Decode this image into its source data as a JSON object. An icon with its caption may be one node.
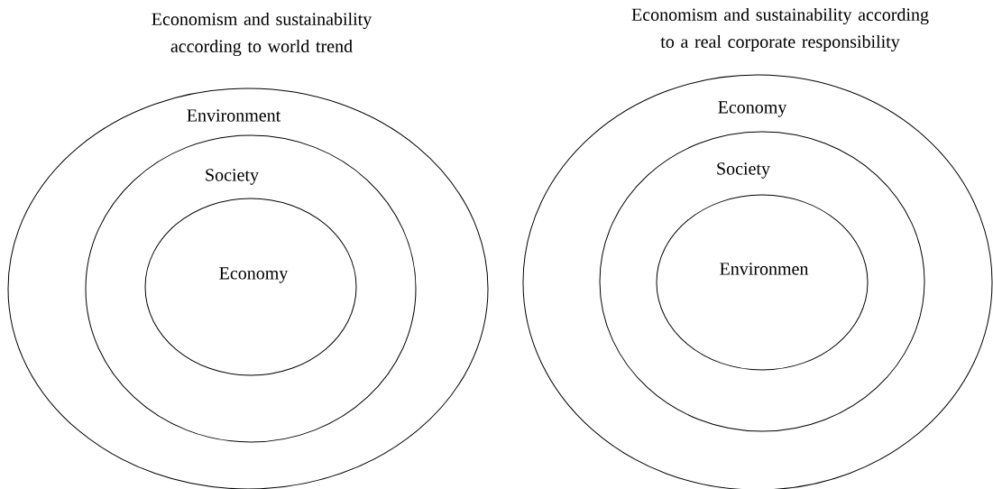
{
  "diagram": {
    "nodes": [
      {
        "text": [
          "Economism and sustainability according to world trend",
          "Environment"
        ]
      },
      {
        "text": [
          "Society"
        ],
        "in": 0
      },
      {
        "text": [
          "Economy"
        ],
        "in": 1
      },
      {
        "text": [
          "Economism and sustainability according to a real corporate responsibility",
          "Economy"
        ]
      },
      {
        "text": [
          "Society"
        ],
        "in": 3
      },
      {
        "text": [
          "Environmen"
        ],
        "in": 4
      }
    ]
  }
}
